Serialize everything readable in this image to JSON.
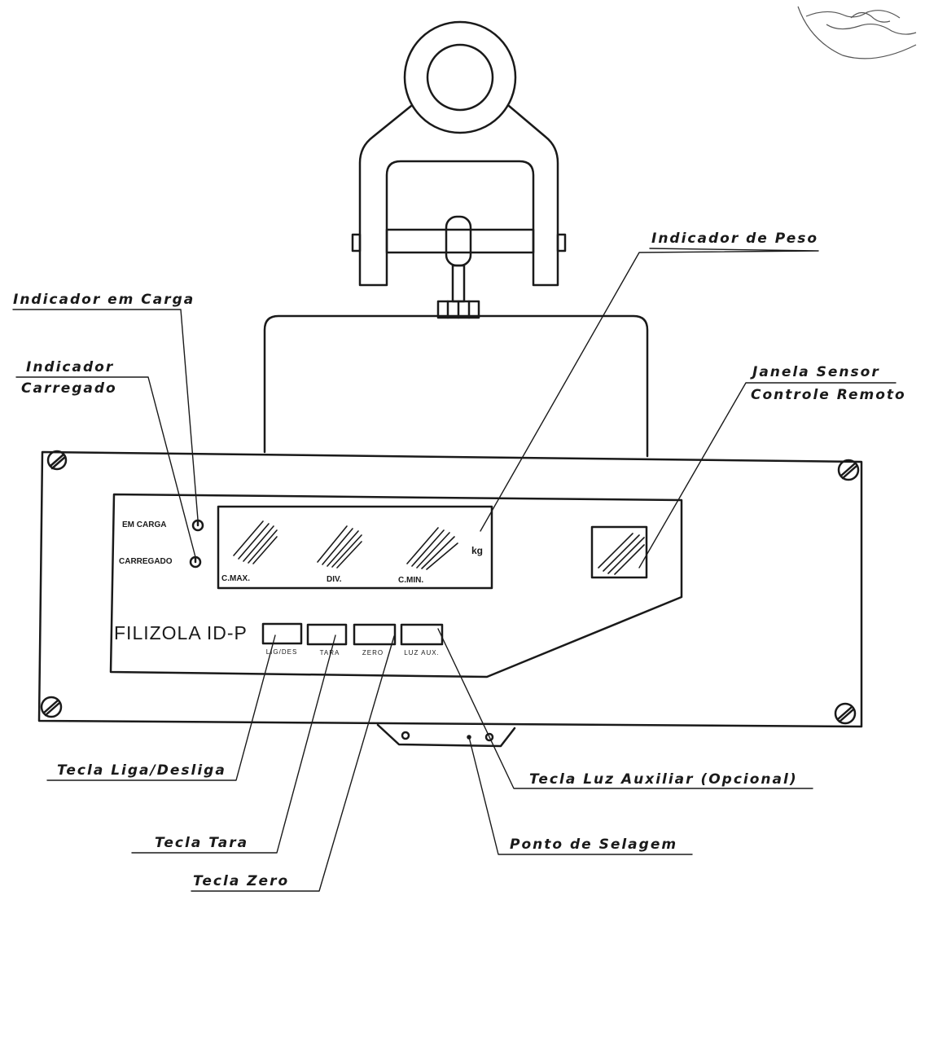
{
  "callouts": {
    "indicador_em_carga": "Indicador em Carga",
    "indicador_carregado_line1": "Indicador",
    "indicador_carregado_line2": "Carregado",
    "indicador_de_peso": "Indicador de Peso",
    "janela_sensor_line1": "Janela Sensor",
    "janela_sensor_line2": "Controle Remoto",
    "tecla_liga_desliga": "Tecla Liga/Desliga",
    "tecla_tara": "Tecla Tara",
    "tecla_zero": "Tecla Zero",
    "tecla_luz_auxiliar": "Tecla Luz Auxiliar (Opcional)",
    "ponto_de_selagem": "Ponto de Selagem"
  },
  "panel": {
    "brand": "FILIZOLA ID-P",
    "em_carga": "EM CARGA",
    "carregado": "CARREGADO",
    "unit": "kg",
    "cmax": "C.MAX.",
    "div": "DIV.",
    "cmin": "C.MIN.",
    "keys": {
      "lig_des": "LIG/DES",
      "tara": "TARA",
      "zero": "ZERO",
      "luz_aux": "LUZ AUX."
    }
  },
  "colors": {
    "ink": "#1a1a1a",
    "paper": "#ffffff"
  },
  "icons": {
    "signature": "handwritten-signature",
    "screw": "slotted-screw-head",
    "led": "indicator-led"
  }
}
